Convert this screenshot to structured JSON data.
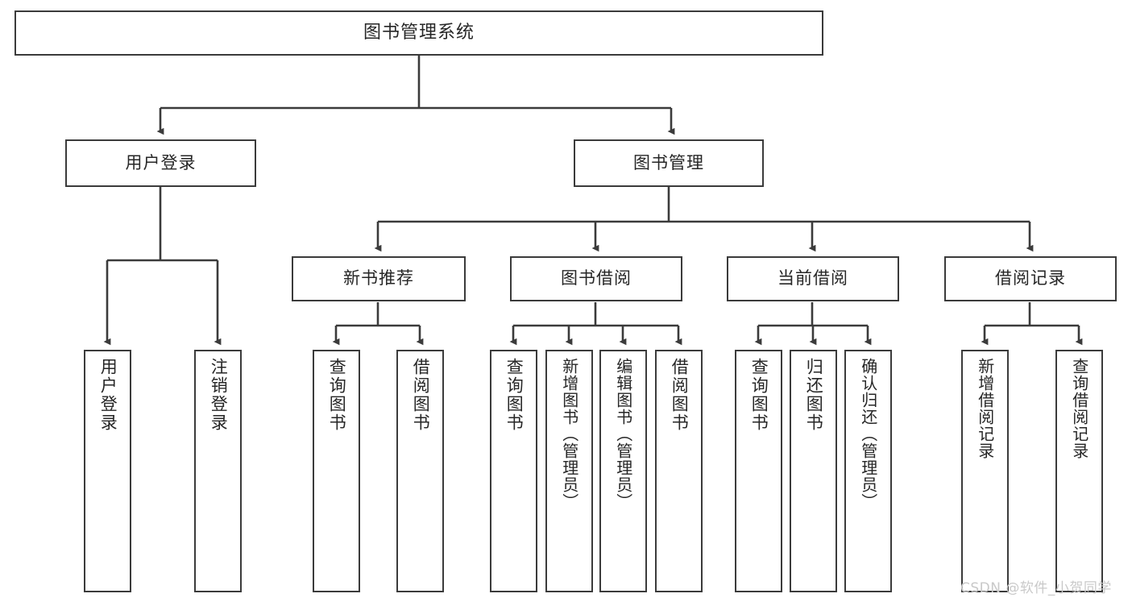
{
  "diagram": {
    "type": "tree",
    "title": "图书管理系统",
    "watermark": "CSDN @软件_小贺同学",
    "colors": {
      "box_border": "#3b3b3b",
      "box_fill": "#ffffff",
      "edge": "#3b3b3b",
      "text": "#262626",
      "watermark": "#c9c9c9",
      "background": "#ffffff"
    },
    "nodes": {
      "root": {
        "label": "图书管理系统",
        "orientation": "horizontal",
        "level": 0
      },
      "l1": [
        {
          "id": "user-login",
          "label": "用户登录",
          "orientation": "horizontal",
          "level": 1
        },
        {
          "id": "book-manage",
          "label": "图书管理",
          "orientation": "horizontal",
          "level": 1
        }
      ],
      "l2": [
        {
          "id": "new-book-recommend",
          "label": "新书推荐",
          "orientation": "horizontal",
          "level": 2,
          "parent": "book-manage"
        },
        {
          "id": "book-borrow",
          "label": "图书借阅",
          "orientation": "horizontal",
          "level": 2,
          "parent": "book-manage"
        },
        {
          "id": "current-borrow",
          "label": "当前借阅",
          "orientation": "horizontal",
          "level": 2,
          "parent": "book-manage"
        },
        {
          "id": "borrow-record",
          "label": "借阅记录",
          "orientation": "horizontal",
          "level": 2,
          "parent": "book-manage"
        }
      ],
      "leaves": [
        {
          "id": "leaf-user-login",
          "label": "用户登录",
          "orientation": "vertical",
          "parent": "user-login"
        },
        {
          "id": "leaf-user-logout",
          "label": "注销登录",
          "orientation": "vertical",
          "parent": "user-login"
        },
        {
          "id": "leaf-query-book-1",
          "label": "查询图书",
          "orientation": "vertical",
          "parent": "new-book-recommend"
        },
        {
          "id": "leaf-borrow-book-1",
          "label": "借阅图书",
          "orientation": "vertical",
          "parent": "new-book-recommend"
        },
        {
          "id": "leaf-query-book-2",
          "label": "查询图书",
          "orientation": "vertical",
          "parent": "book-borrow"
        },
        {
          "id": "leaf-add-book",
          "label": "新增图书（管理员）",
          "orientation": "vertical",
          "parent": "book-borrow"
        },
        {
          "id": "leaf-edit-book",
          "label": "编辑图书（管理员）",
          "orientation": "vertical",
          "parent": "book-borrow"
        },
        {
          "id": "leaf-borrow-book-2",
          "label": "借阅图书",
          "orientation": "vertical",
          "parent": "book-borrow"
        },
        {
          "id": "leaf-query-book-3",
          "label": "查询图书",
          "orientation": "vertical",
          "parent": "current-borrow"
        },
        {
          "id": "leaf-return-book",
          "label": "归还图书",
          "orientation": "vertical",
          "parent": "current-borrow"
        },
        {
          "id": "leaf-confirm-return",
          "label": "确认归还（管理员）",
          "orientation": "vertical",
          "parent": "current-borrow"
        },
        {
          "id": "leaf-add-record",
          "label": "新增借阅记录",
          "orientation": "vertical",
          "parent": "borrow-record"
        },
        {
          "id": "leaf-query-record",
          "label": "查询借阅记录",
          "orientation": "vertical",
          "parent": "borrow-record"
        }
      ]
    }
  }
}
